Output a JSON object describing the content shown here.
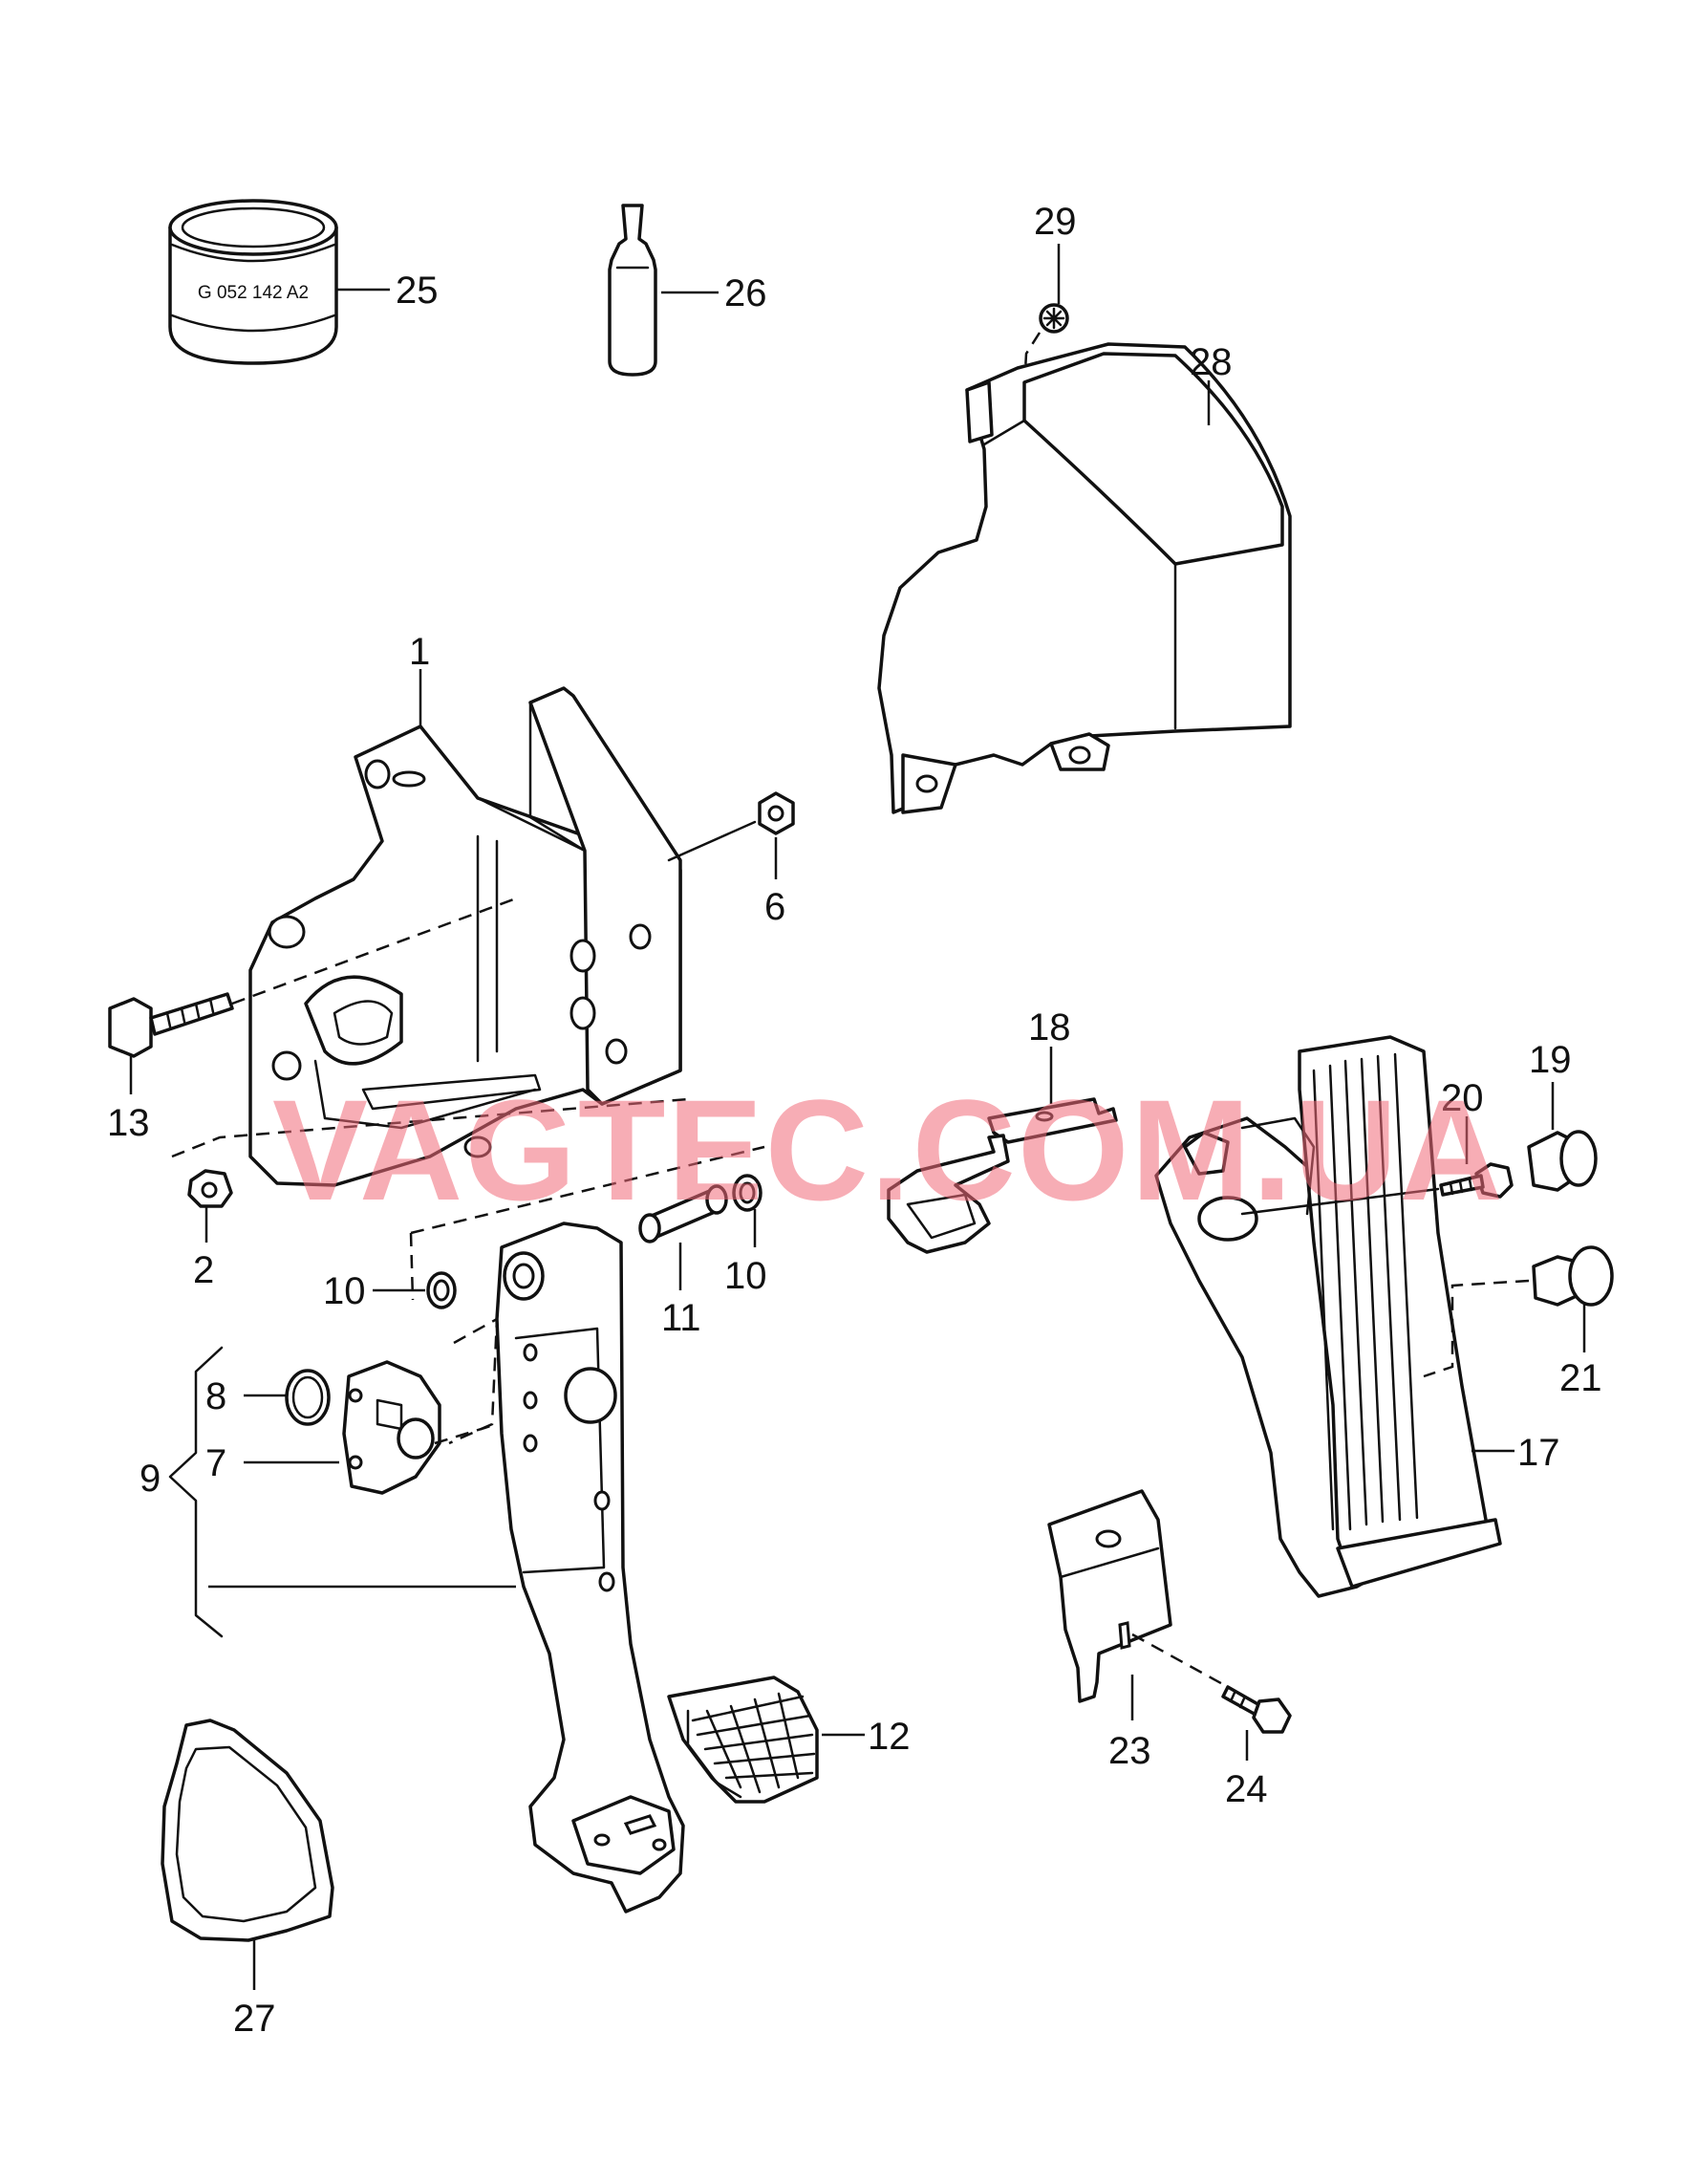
{
  "diagram": {
    "watermark": "VAGTEC.COM.UA",
    "watermark_color": "#f26b7a",
    "tube_label": "G 052 142 A2",
    "callouts": {
      "c1": "1",
      "c2": "2",
      "c6": "6",
      "c7": "7",
      "c8": "8",
      "c9": "9",
      "c10a": "10",
      "c10b": "10",
      "c11": "11",
      "c12": "12",
      "c13": "13",
      "c17": "17",
      "c18": "18",
      "c19": "19",
      "c20": "20",
      "c21": "21",
      "c23": "23",
      "c24": "24",
      "c25": "25",
      "c26": "26",
      "c27": "27",
      "c28": "28",
      "c29": "29"
    }
  }
}
